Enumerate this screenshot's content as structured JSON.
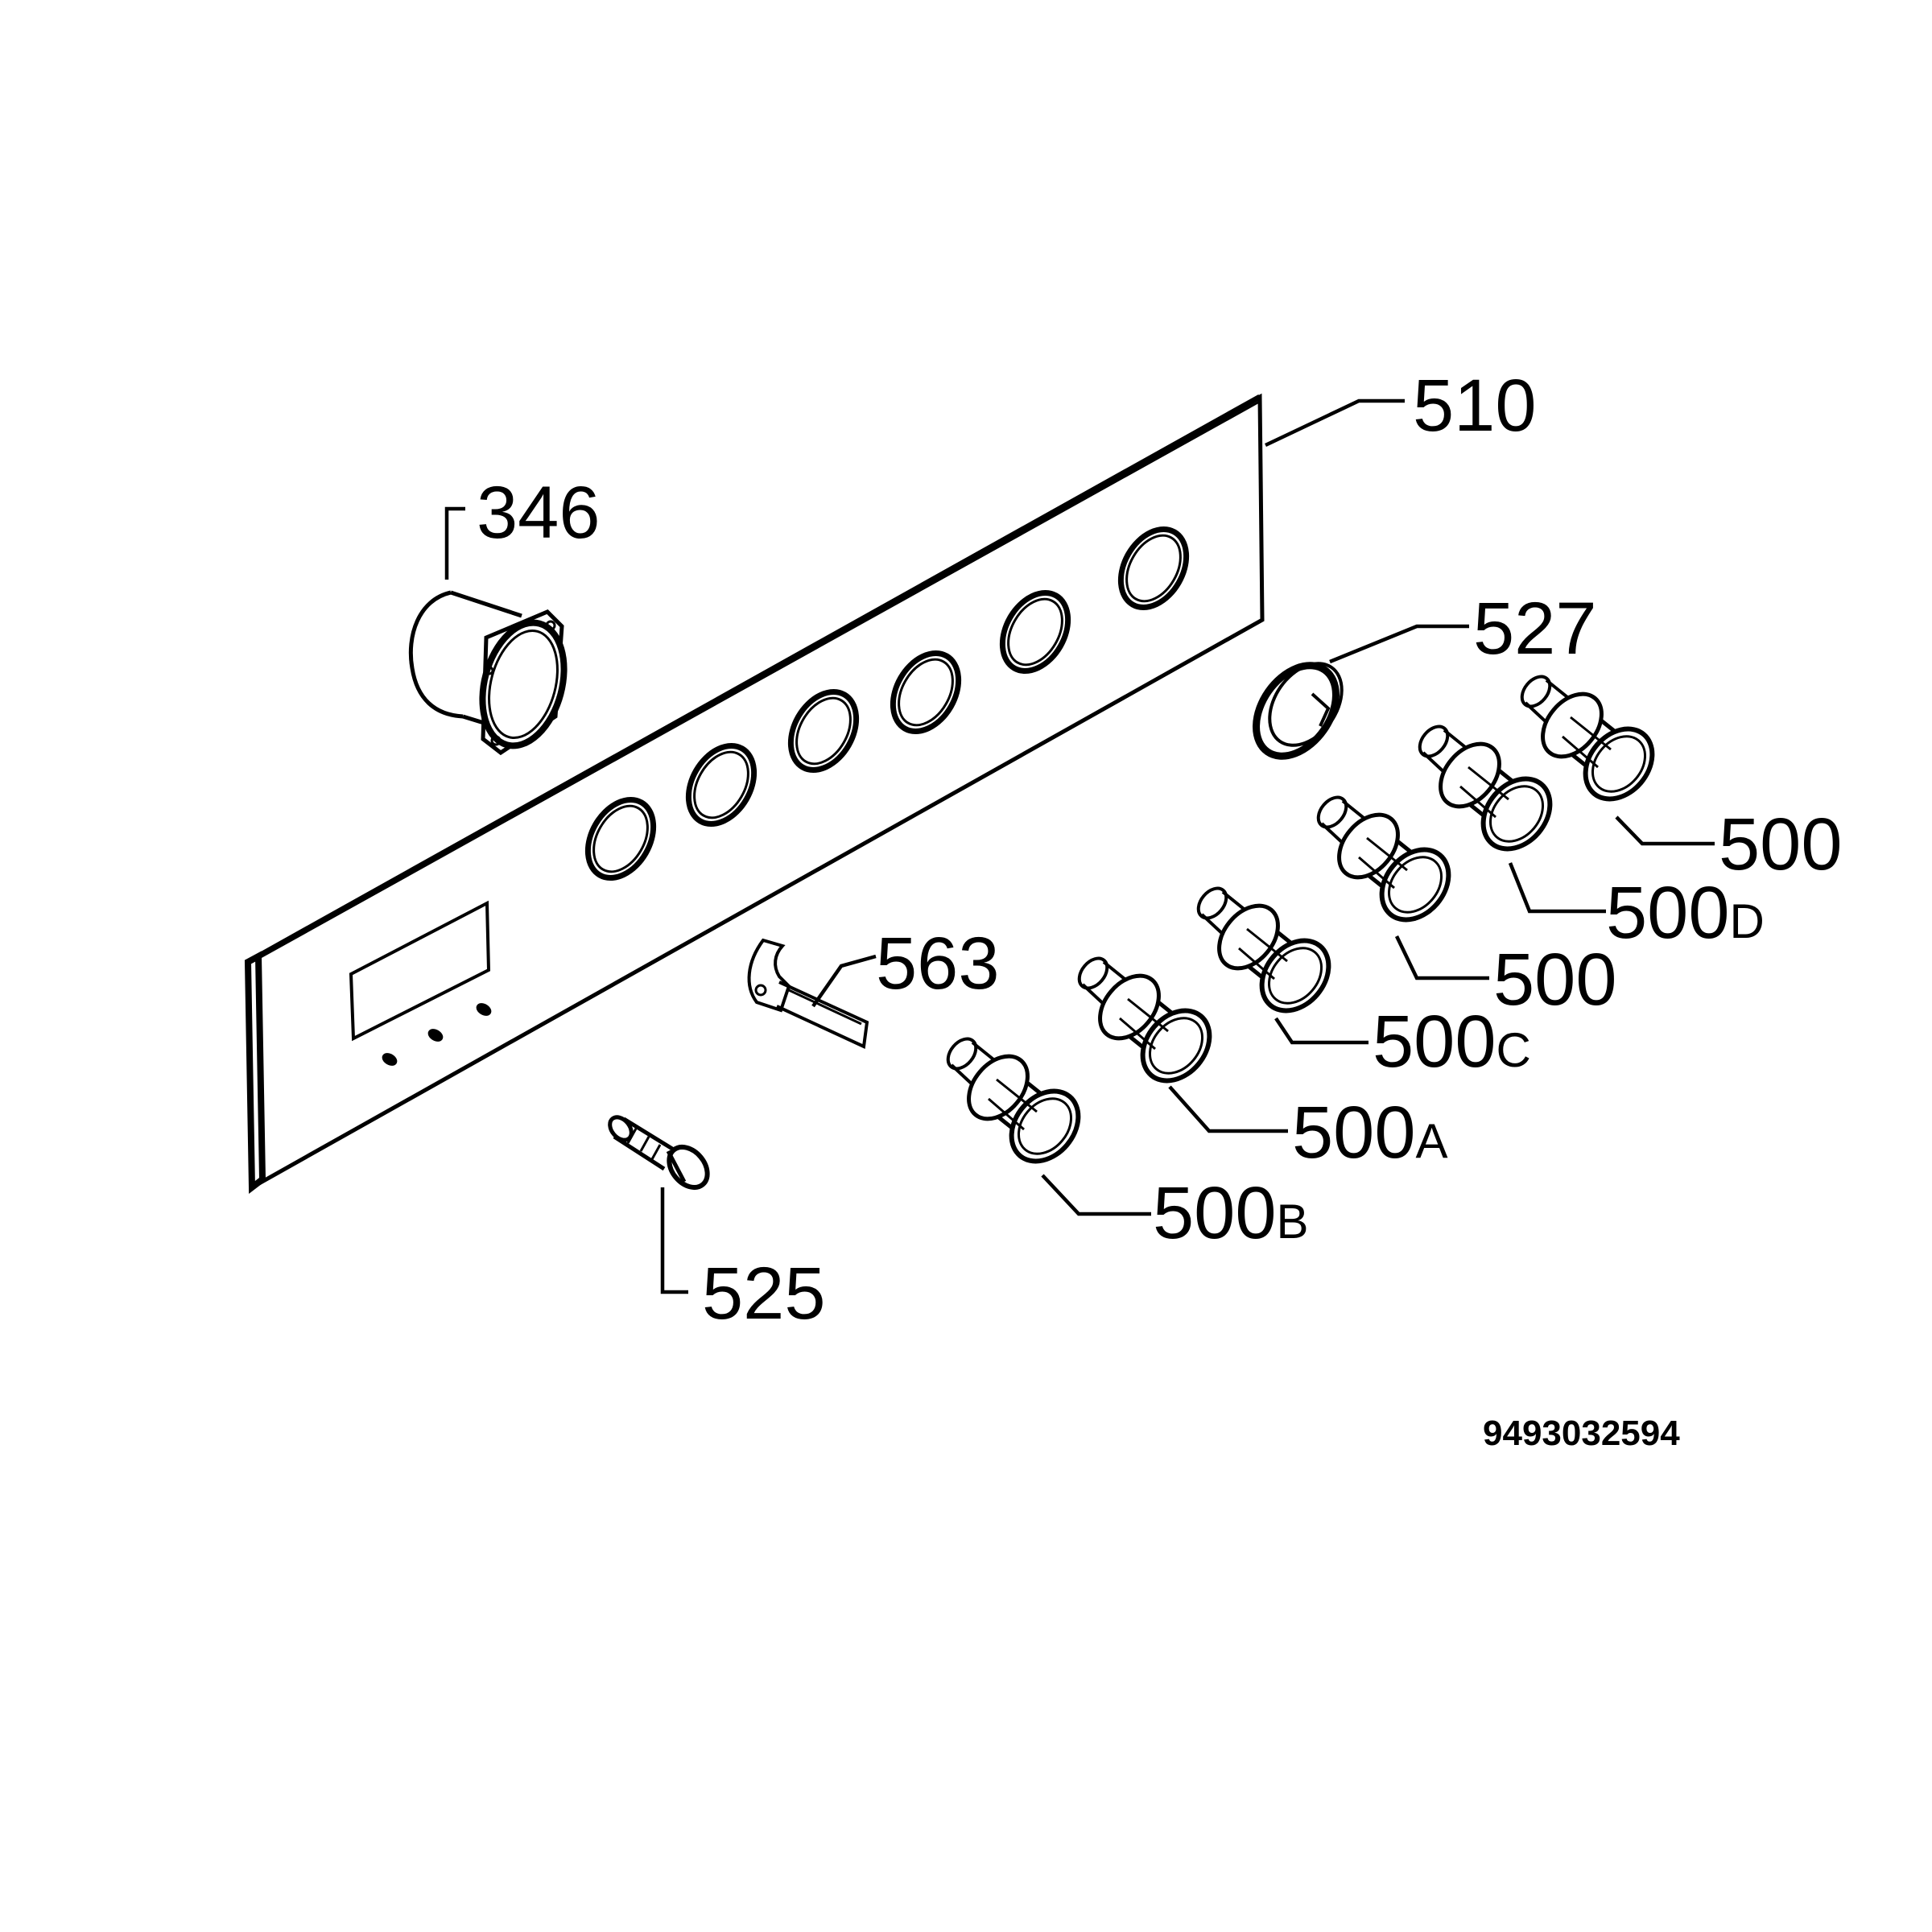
{
  "drawing_number": "9493032594",
  "callouts": {
    "panel": "510",
    "timer": "346",
    "ring": "527",
    "bracket": "563",
    "screw": "525",
    "knob_1": "500",
    "knob_2": "500",
    "knob_d": "500",
    "knob_d_suffix": "D",
    "knob_c": "500",
    "knob_c_suffix": "C",
    "knob_a": "500",
    "knob_a_suffix": "A",
    "knob_b": "500",
    "knob_b_suffix": "B"
  }
}
